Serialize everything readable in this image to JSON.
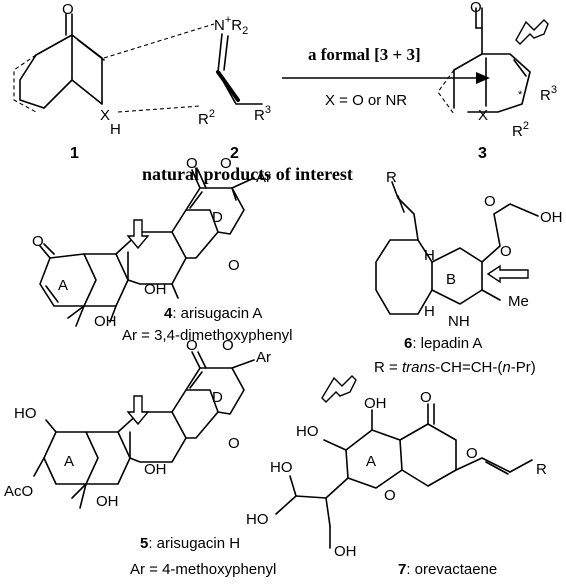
{
  "reaction": {
    "arrow_label": "a formal [3 + 3]",
    "condition": "X = O or NR",
    "cmpd1": "1",
    "cmpd2": "2",
    "cmpd3": "3",
    "iminium": "N",
    "iminium_charge": "+",
    "iminium_sub": "R",
    "iminium_sub_sub": "2",
    "X": "X",
    "H": "H",
    "R2": "R",
    "R2_sub": "2",
    "R3": "R",
    "R3_sub": "3",
    "O": "O",
    "star": "*"
  },
  "section_title": "natural products of interest",
  "compounds": {
    "c4": {
      "number": "4",
      "name": ": arisugacin A",
      "ar_line": "Ar = 3,4-dimethoxyphenyl"
    },
    "c5": {
      "number": "5",
      "name": ": arisugacin H",
      "ar_line": "Ar = 4-methoxyphenyl"
    },
    "c6": {
      "number": "6",
      "name": ": lepadin A",
      "r_prefix": "R = ",
      "r_italic": "trans",
      "r_mid": "-CH=CH-(",
      "r_italic2": "n",
      "r_suffix": "-Pr)"
    },
    "c7": {
      "number": "7",
      "name": ":  orevactaene"
    }
  },
  "atoms": {
    "O": "O",
    "OH": "OH",
    "HO": "HO",
    "AcO": "AcO",
    "Ar": "Ar",
    "A": "A",
    "B": "B",
    "D": "D",
    "H": "H",
    "NH": "NH",
    "Me": "Me",
    "R": "R"
  }
}
